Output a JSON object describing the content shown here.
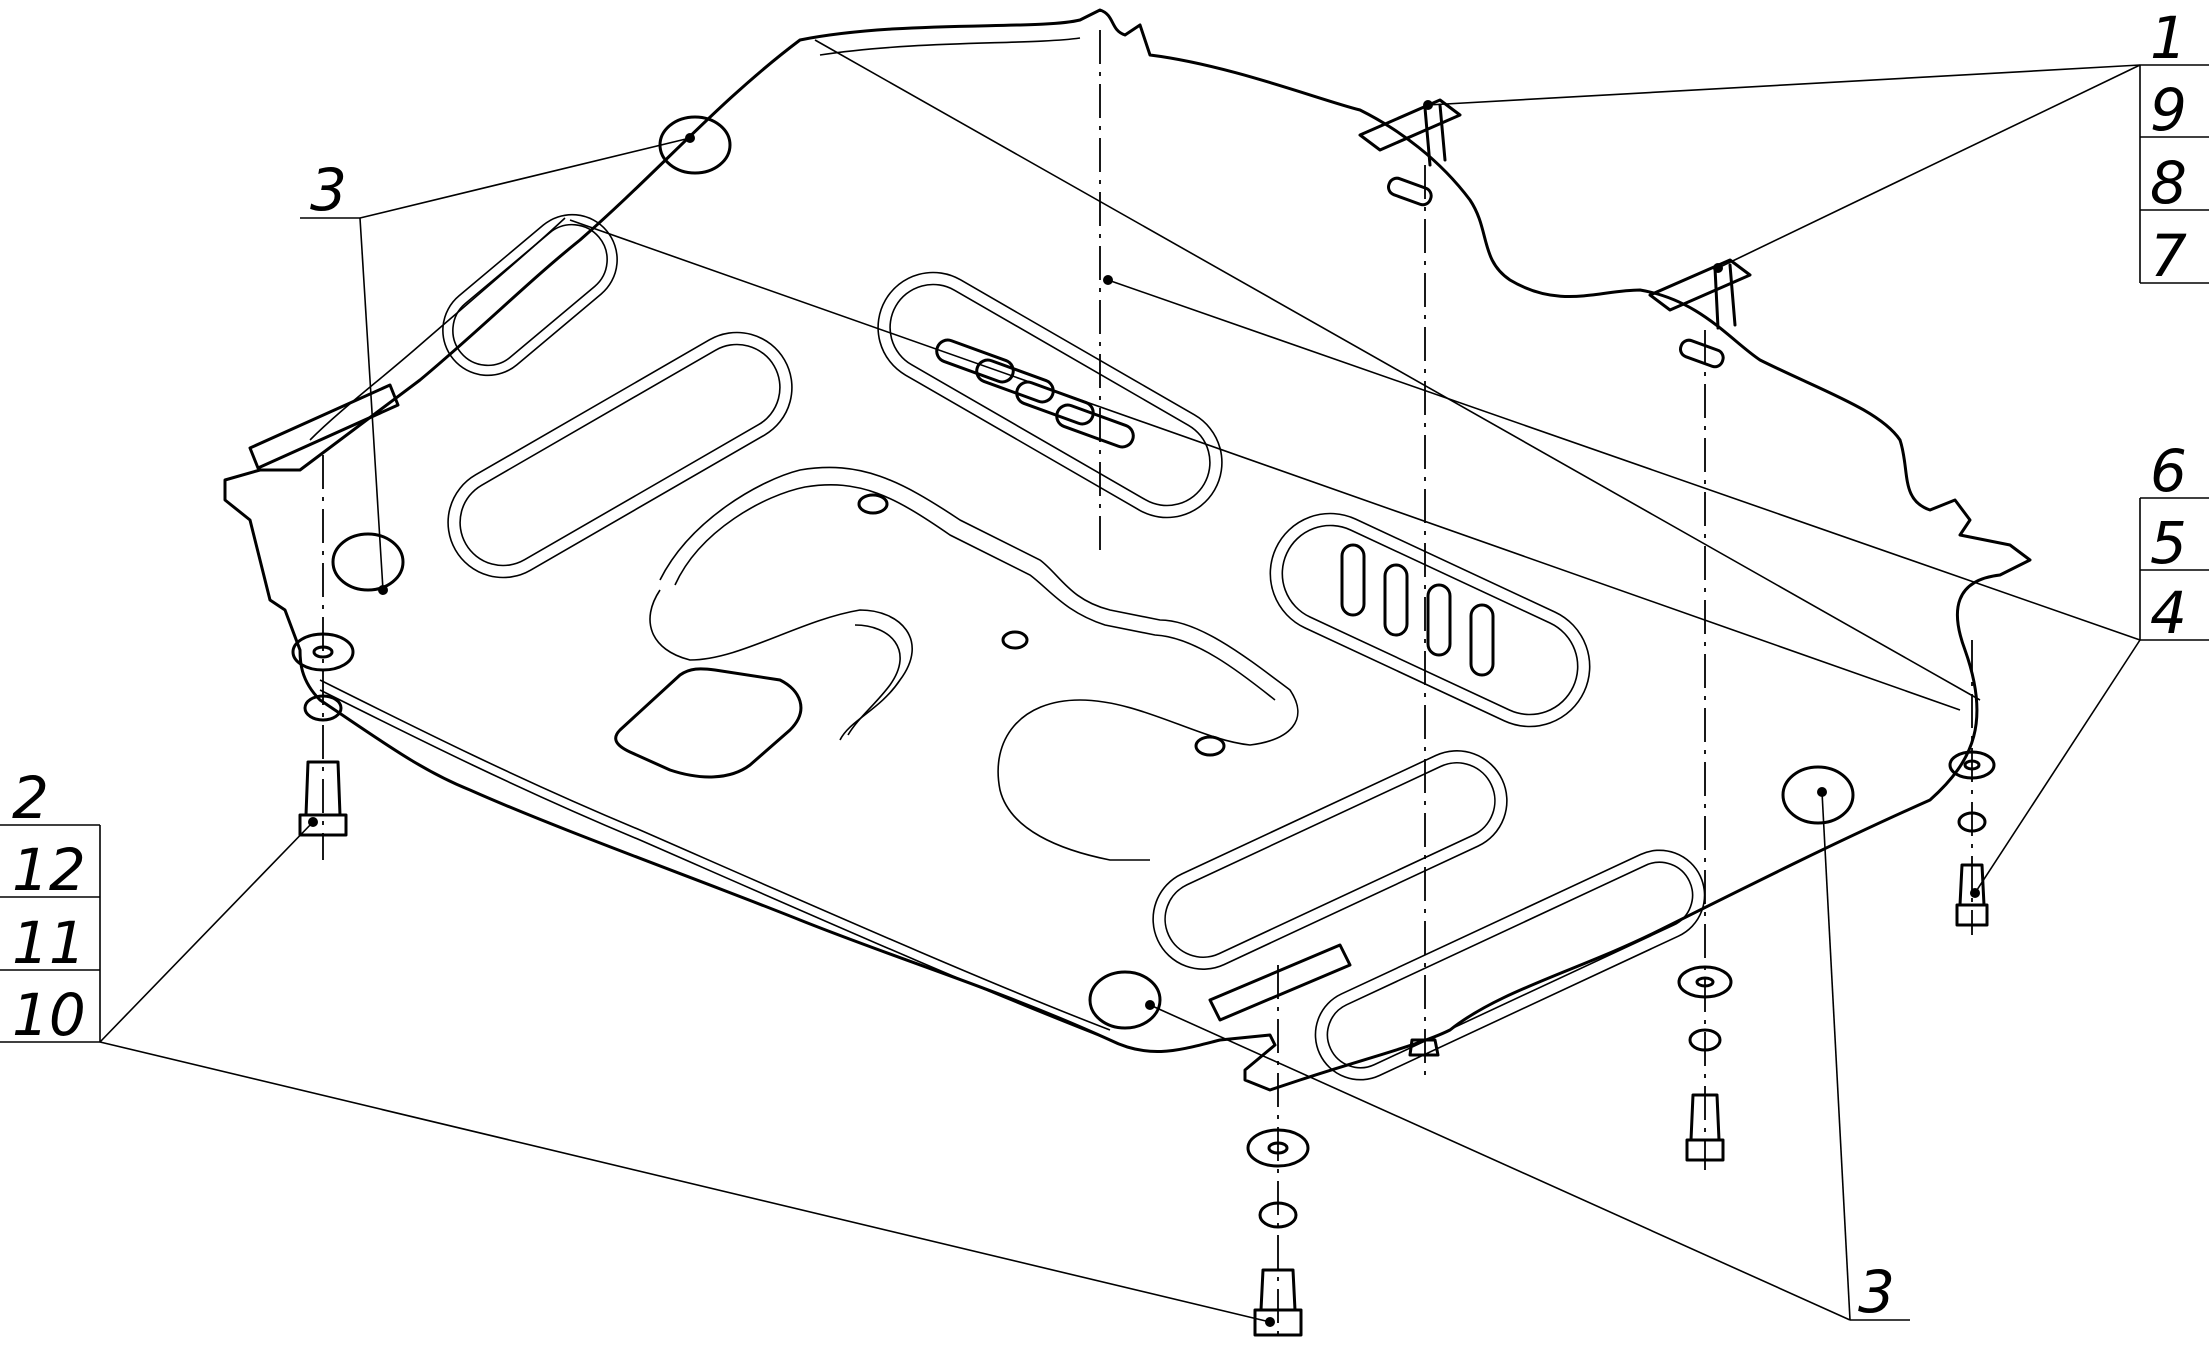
{
  "drawing": {
    "background": "#ffffff",
    "line_color": "#000000"
  },
  "callouts": {
    "top_right": [
      "1",
      "9",
      "8",
      "7"
    ],
    "mid_right": [
      "6",
      "5",
      "4"
    ],
    "left_bottom": [
      "2",
      "12",
      "11",
      "10"
    ],
    "left_top": "3",
    "bottom_center": "3"
  }
}
